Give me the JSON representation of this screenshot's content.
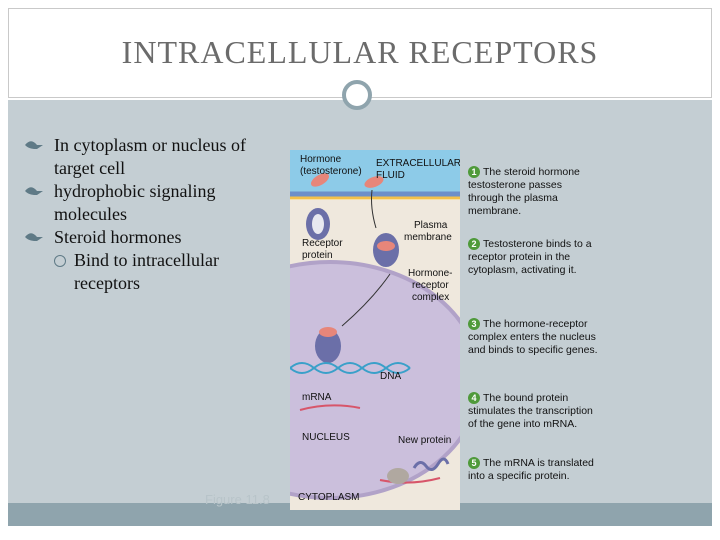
{
  "title": "INTRACELLULAR RECEPTORS",
  "bullets": [
    "In cytoplasm or nucleus of target cell",
    "hydrophobic signaling molecules",
    "Steroid hormones"
  ],
  "sub_bullets": [
    "Bind to intracellular receptors"
  ],
  "figure_label": "Figure 11.8",
  "diagram_labels": {
    "hormone": "Hormone",
    "testosterone": "(testosterone)",
    "extracellular": "EXTRACELLULAR",
    "fluid": "FLUID",
    "plasma": "Plasma",
    "membrane": "membrane",
    "receptor": "Receptor",
    "protein": "protein",
    "hr1": "Hormone-",
    "hr2": "receptor",
    "hr3": "complex",
    "dna": "DNA",
    "mrna": "mRNA",
    "nucleus": "NUCLEUS",
    "new_protein": "New protein",
    "cytoplasm": "CYTOPLASM"
  },
  "steps": [
    {
      "n": "1",
      "text": "The steroid hormone testosterone passes through the plasma membrane."
    },
    {
      "n": "2",
      "text": "Testosterone binds to a receptor protein in the cytoplasm, activating it."
    },
    {
      "n": "3",
      "text": "The hormone-receptor complex enters the nucleus and binds to specific genes."
    },
    {
      "n": "4",
      "text": "The bound protein stimulates the transcription of the gene into mRNA."
    },
    {
      "n": "5",
      "text": "The mRNA is translated into a specific protein."
    }
  ],
  "colors": {
    "accent": "#8fa4ad",
    "panel": "#c4ced3",
    "step_badge": "#4f9a3a",
    "cell": "#d9d0e6",
    "extracellular": "#8dcbe8"
  }
}
